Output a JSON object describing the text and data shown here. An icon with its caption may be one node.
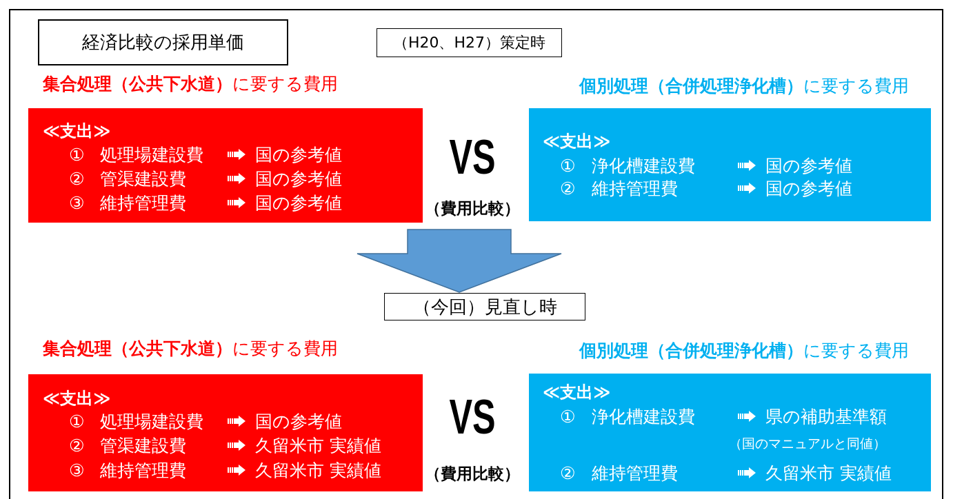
{
  "diagram": {
    "nodes": [
      {
        "text": [
          "経済比較の採用単価"
        ]
      },
      {
        "text": [
          "（H20、H27）策定時"
        ]
      },
      {
        "text": [
          "**集合処理（公共下水道）**に要する費用",
          "≪支出≫",
          "①",
          "処理場建設費",
          "国の参考値",
          "②",
          "管渠建設費",
          "国の参考値",
          "③",
          "維持管理費",
          "国の参考値"
        ]
      },
      {
        "text": [
          "**個別処理（合併処理浄化槽）**に要する費用",
          "≪支出≫",
          "①",
          "浄化槽建設費",
          "国の参考値",
          "②",
          "維持管理費",
          "国の参考値"
        ]
      },
      {
        "text": [
          "（今回）見直し時"
        ]
      },
      {
        "text": [
          "**集合処理（公共下水道）**に要する費用",
          "≪支出≫",
          "①",
          "処理場建設費",
          "国の参考値",
          "②",
          "管渠建設費",
          "久留米市 実績値",
          "③",
          "維持管理費",
          "久留米市 実績値"
        ]
      },
      {
        "text": [
          "**個別処理（合併処理浄化槽）**に要する費用",
          "≪支出≫",
          "①",
          "浄化槽建設費",
          "県の補助基準額",
          "（国のマニュアルと同値）",
          "②",
          "維持管理費",
          "久留米市 実績値"
        ]
      }
    ],
    "edges": [
      {
        "from": null,
        "to": 4,
        "arrow": "to"
      }
    ],
    "labels": [
      "VS",
      "（費用比較）",
      "VS",
      "（費用比較）"
    ]
  }
}
